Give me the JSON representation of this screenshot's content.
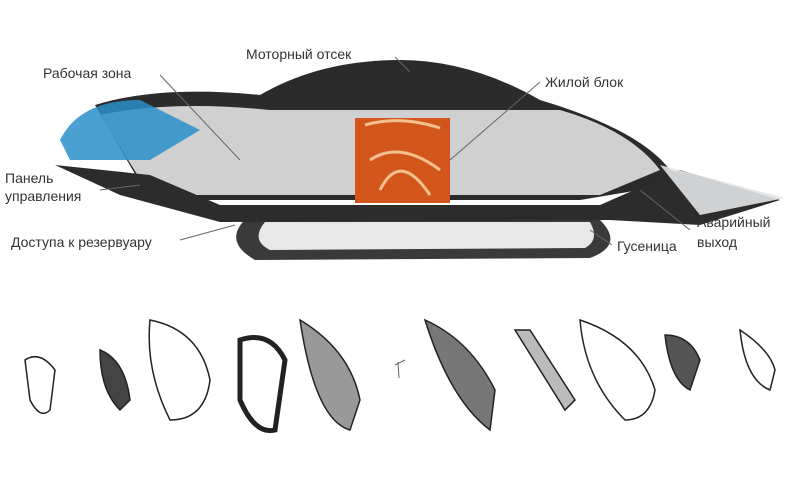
{
  "labels": {
    "engine": "Моторный отсек",
    "work_zone": "Рабочая зона",
    "living": "Жилой блок",
    "panel_1": "Панель",
    "panel_2": "управления",
    "tank": "Доступа к резервуару",
    "exit_1": "Аварийный",
    "exit_2": "выход",
    "track": "Гусеница"
  },
  "colors": {
    "hull": "#2a2a2a",
    "interior": "#cfd0cf",
    "cockpit": "#2a8fc9",
    "living": "#d2561c"
  }
}
